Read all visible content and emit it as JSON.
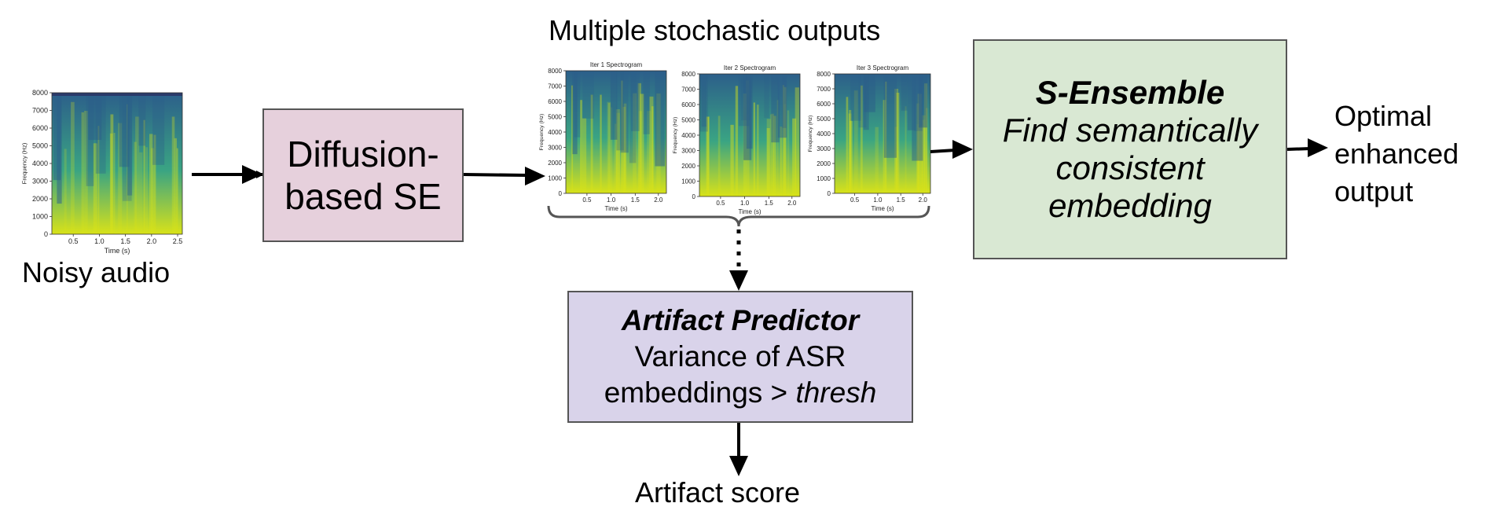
{
  "colors": {
    "diffusion_fill": "#e6d0dc",
    "ensemble_fill": "#d9e8d3",
    "artifact_fill": "#d9d3ea",
    "border": "#555555",
    "spectrogram_dark": "#2c5f8a",
    "spectrogram_mid": "#3aa483",
    "spectrogram_bright": "#d8e219"
  },
  "noisy": {
    "label": "Noisy audio",
    "y_ticks": [
      "8000",
      "7000",
      "6000",
      "5000",
      "4000",
      "3000",
      "2000",
      "1000",
      "0"
    ],
    "x_ticks": [
      "0.5",
      "1.0",
      "1.5",
      "2.0",
      "2.5"
    ],
    "y_axis_label": "Frequency (Hz)",
    "x_axis_label": "Time (s)"
  },
  "diffusion": {
    "line1": "Diffusion-",
    "line2": "based SE"
  },
  "outputs": {
    "caption": "Multiple stochastic outputs",
    "spectrograms": [
      {
        "title": "Iter 1 Spectrogram"
      },
      {
        "title": "Iter 2 Spectrogram"
      },
      {
        "title": "Iter 3 Spectrogram"
      }
    ],
    "y_ticks": [
      "8000",
      "7000",
      "6000",
      "5000",
      "4000",
      "3000",
      "2000",
      "1000",
      "0"
    ],
    "x_ticks": [
      "0.5",
      "1.0",
      "1.5",
      "2.0"
    ],
    "y_axis_label": "Frequency (Hz)",
    "x_axis_label": "Time (s)"
  },
  "ensemble": {
    "title": "S-Ensemble",
    "line1": "Find semantically",
    "line2": "consistent",
    "line3": "embedding"
  },
  "result": {
    "line1": "Optimal",
    "line2": "enhanced",
    "line3": "output"
  },
  "artifact": {
    "title": "Artifact Predictor",
    "line1": "Variance of ASR",
    "line2_prefix": "embeddings > ",
    "line2_italic": "thresh",
    "score_label": "Artifact score"
  }
}
